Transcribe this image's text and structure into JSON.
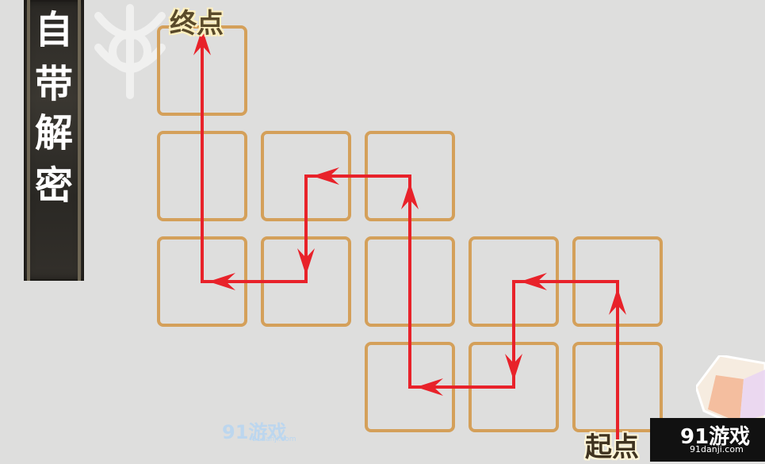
{
  "banner": {
    "chars": [
      "自",
      "带",
      "解",
      "密"
    ]
  },
  "labels": {
    "end": "终点",
    "start": "起点"
  },
  "watermark": {
    "logo": "91游戏",
    "site": "91danji.com"
  },
  "brand": {
    "logo": "91游戏",
    "site": "91danji.com"
  },
  "colors": {
    "cell_border": "#d4a05a",
    "path": "#e8222a",
    "background": "#dededd"
  },
  "grid": {
    "columns": 5,
    "rows": 4,
    "cells": [
      {
        "row": 1,
        "col": 1
      },
      {
        "row": 2,
        "col": 1
      },
      {
        "row": 2,
        "col": 2
      },
      {
        "row": 2,
        "col": 3
      },
      {
        "row": 3,
        "col": 1
      },
      {
        "row": 3,
        "col": 2
      },
      {
        "row": 3,
        "col": 3
      },
      {
        "row": 3,
        "col": 4
      },
      {
        "row": 3,
        "col": 5
      },
      {
        "row": 4,
        "col": 3
      },
      {
        "row": 4,
        "col": 4
      },
      {
        "row": 4,
        "col": 5
      }
    ]
  },
  "path": [
    {
      "row": 4.6,
      "col": 5
    },
    {
      "row": 3,
      "col": 5
    },
    {
      "row": 3,
      "col": 4
    },
    {
      "row": 4,
      "col": 4
    },
    {
      "row": 4,
      "col": 3
    },
    {
      "row": 2,
      "col": 3
    },
    {
      "row": 2,
      "col": 2
    },
    {
      "row": 3,
      "col": 2
    },
    {
      "row": 3,
      "col": 1
    },
    {
      "row": 0.6,
      "col": 1
    }
  ],
  "arrow_segments": [
    0,
    1,
    2,
    3,
    4,
    5,
    6,
    7,
    8
  ]
}
